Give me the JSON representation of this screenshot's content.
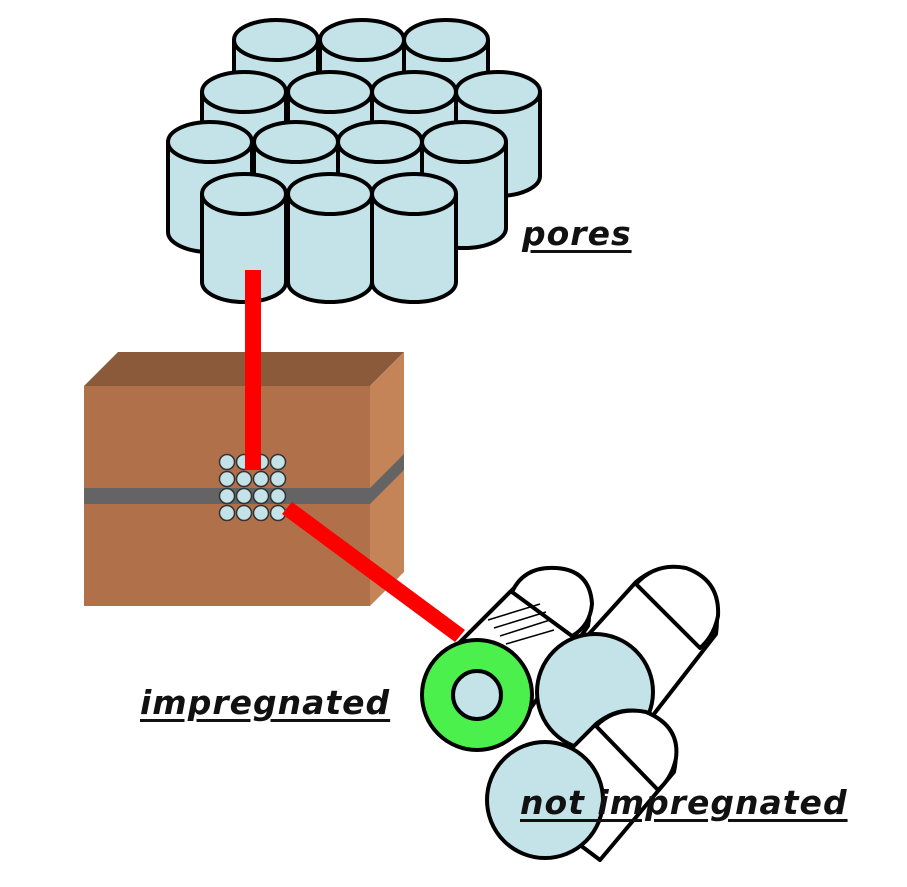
{
  "labels": {
    "pores": "pores",
    "impregnated": "impregnated",
    "not_impregnated": "not impregnated"
  },
  "colors": {
    "pore_fill": "#c3e3e8",
    "outline": "#000000",
    "connector": "#ff0000",
    "box_front": "#b0714a",
    "box_top": "#8a5a3a",
    "box_side": "#c58458",
    "tape": "#646464",
    "impregnated_ring": "#4cf04c",
    "roll_white": "#ffffff"
  }
}
